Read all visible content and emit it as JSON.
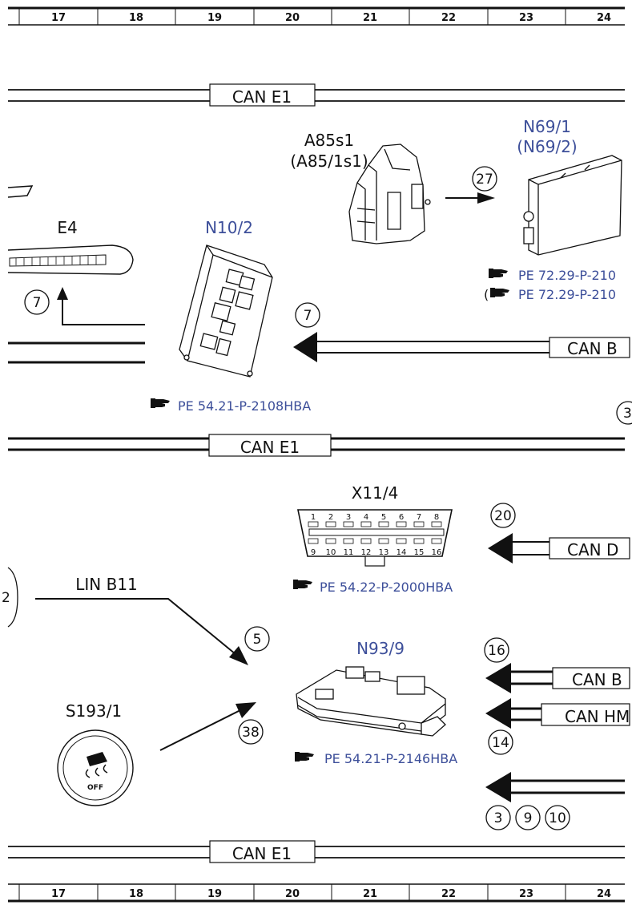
{
  "ruler_columns": [
    "17",
    "18",
    "19",
    "20",
    "21",
    "22",
    "23",
    "24"
  ],
  "can_bus_labels": {
    "top": "CAN E1",
    "middle": "CAN E1",
    "bottom": "CAN E1",
    "b_upper": "CAN B",
    "d": "CAN D",
    "b_lower": "CAN B",
    "hm": "CAN HM"
  },
  "components": {
    "a85s1": "A85s1",
    "a85s1_alt": "(A85/1s1)",
    "n69_1": "N69/1",
    "n69_2": "(N69/2)",
    "e4": "E4",
    "n10_2": "N10/2",
    "x11_4": "X11/4",
    "lin_b11": "LIN B11",
    "n93_9": "N93/9",
    "s193_1": "S193/1",
    "off_text": "OFF"
  },
  "references": {
    "n69_a": "PE 72.29-P-210",
    "n69_b": "PE 72.29-P-210",
    "n69_b_prefix": "(",
    "n10": "PE 54.21-P-2108HBA",
    "x11": "PE 54.22-P-2000HBA",
    "n93": "PE 54.21-P-2146HBA"
  },
  "callouts": {
    "c27": "27",
    "c7a": "7",
    "c7b": "7",
    "c20": "20",
    "c5": "5",
    "c16": "16",
    "c38": "38",
    "c14": "14",
    "c3": "3",
    "c9": "9",
    "c10": "10",
    "c_edge_a": "3",
    "c_edge_b": "2"
  },
  "obd_pins_top": [
    "1",
    "2",
    "3",
    "4",
    "5",
    "6",
    "7",
    "8"
  ],
  "obd_pins_bottom": [
    "9",
    "10",
    "11",
    "12",
    "13",
    "14",
    "15",
    "16"
  ],
  "colors": {
    "text_blue": "#3d4f9a",
    "line": "#111111"
  },
  "icons": [
    "pointing-hand-icon",
    "esp-off-switch-icon"
  ]
}
